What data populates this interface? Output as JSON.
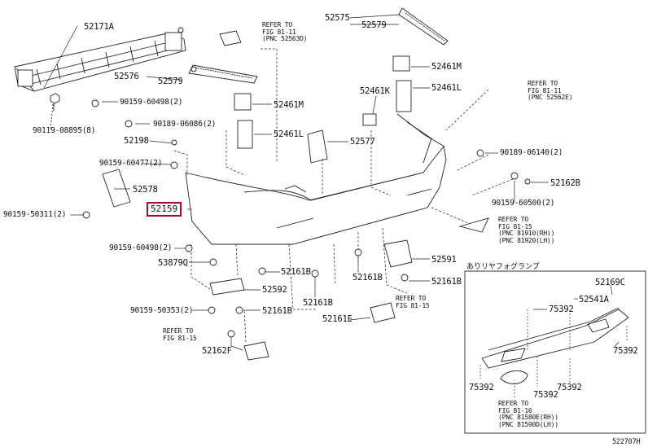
{
  "diagram_id": "522707H",
  "highlighted_part": "52159",
  "inset_title": "ありリヤフォグランプ",
  "labels": {
    "p52171A": "52171A",
    "p52576": "52576",
    "p52579a": "52579",
    "p52575": "52575",
    "p52579b": "52579",
    "p90119": "90119-08895(8)",
    "p90159_60498a": "90159-60498(2)",
    "p90189_06086": "90189-06086(2)",
    "p52198": "52198",
    "p90159_60477": "90159-60477(2)",
    "p52578": "52578",
    "p90159_50311": "90159-50311(2)",
    "p52461M_a": "52461M",
    "p52461L_a": "52461L",
    "p52461K": "52461K",
    "p52461M_b": "52461M",
    "p52461L_b": "52461L",
    "p52577": "52577",
    "p90189_06140": "90189-06140(2)",
    "p52162B": "52162B",
    "p90159_60500": "90159-60500(2)",
    "p90159_60498b": "90159-60498(2)",
    "p53879Q": "53879Q",
    "p52161B_a": "52161B",
    "p52161B_b": "52161B",
    "p52161B_c": "52161B",
    "p52161B_d": "52161B",
    "p52161B_e": "52161B",
    "p52161E": "52161E",
    "p52592": "52592",
    "p52591": "52591",
    "p90159_50353": "90159-50353(2)",
    "p52162F": "52162F",
    "p52169C": "52169C",
    "p52541A": "52541A",
    "p75392a": "75392",
    "p75392b": "75392",
    "p75392c": "75392",
    "p75392d": "75392",
    "p75392e": "75392"
  },
  "refs": {
    "r1": "REFER TO\nFIG 81-11\n(PNC 52563D)",
    "r2": "REFER TO\nFIG 81-11\n(PNC 52562E)",
    "r3": "REFER TO\nFIG 81-15\n(PNC 81910(RH))\n(PNC 81920(LH))",
    "r4": "REFER TO\nFIG 81-15",
    "r5": "REFER TO\nFIG 81-15",
    "r6": "REFER TO\nFIG 81-16\n(PNC 81580E(RH))\n(PNC 81590D(LH))"
  }
}
